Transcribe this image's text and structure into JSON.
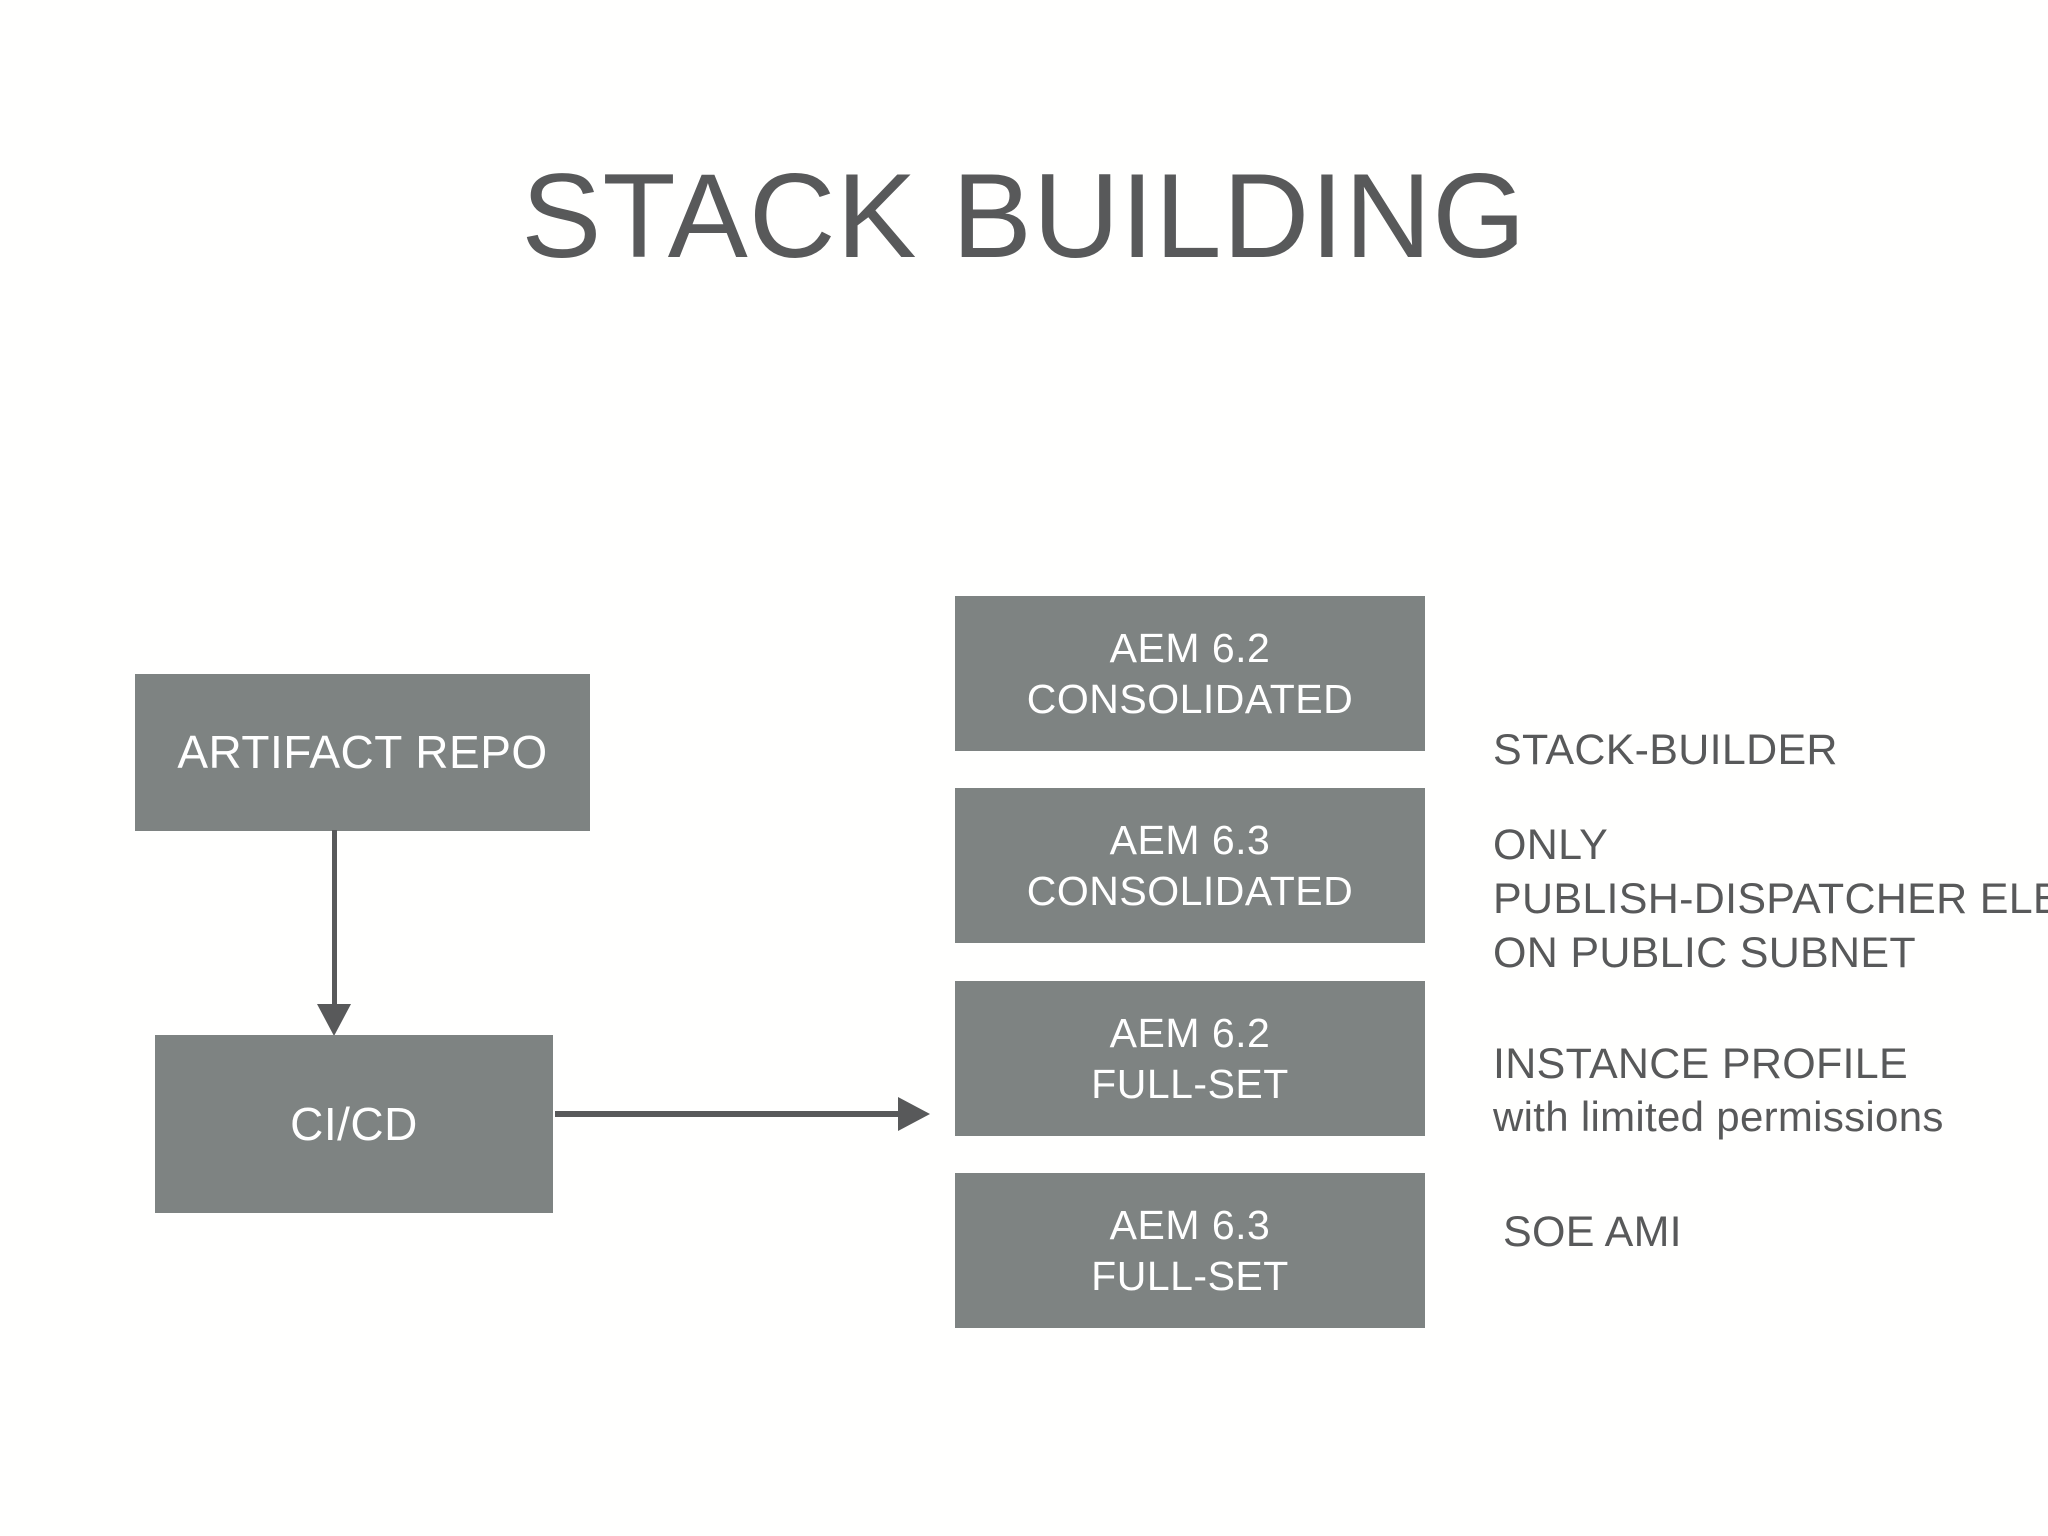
{
  "slide": {
    "title": "STACK BUILDING",
    "colors": {
      "box_fill": "#7e8382",
      "box_text": "#ffffff",
      "text": "#58595a",
      "background": "#ffffff",
      "connector": "#58595a"
    }
  },
  "pipeline": {
    "artifact_repo": {
      "label": "ARTIFACT REPO"
    },
    "cicd": {
      "label": "CI/CD"
    }
  },
  "stacks": [
    {
      "line1": "AEM 6.2",
      "line2": "CONSOLIDATED"
    },
    {
      "line1": "AEM 6.3",
      "line2": "CONSOLIDATED"
    },
    {
      "line1": "AEM 6.2",
      "line2": "FULL-SET"
    },
    {
      "line1": "AEM 6.3",
      "line2": "FULL-SET"
    }
  ],
  "notes": {
    "stack_builder": {
      "line1": "STACK-BUILDER"
    },
    "subnet": {
      "line1": "ONLY",
      "line2": "PUBLISH-DISPATCHER ELB",
      "line3": "ON PUBLIC SUBNET"
    },
    "instance_profile": {
      "line1": "INSTANCE PROFILE",
      "line2": "with limited permissions"
    },
    "soe_ami": {
      "line1": "SOE AMI"
    }
  }
}
